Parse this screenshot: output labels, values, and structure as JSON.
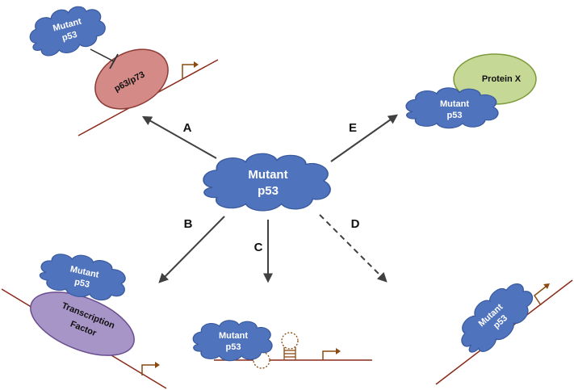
{
  "colors": {
    "cloud_fill": "#4f73bd",
    "cloud_stroke": "#3a5a9e",
    "dna_line": "#8b2a1a",
    "promoter_arrow": "#8a4a10",
    "p63_fill": "#d48a86",
    "p63_stroke": "#8e3a35",
    "tf_fill": "#a895c7",
    "tf_stroke": "#6a4d8e",
    "protein_x_fill": "#c5d896",
    "protein_x_stroke": "#7d9a3a",
    "arrow": "#404040"
  },
  "center": {
    "label_line1": "Mutant",
    "label_line2": "p53"
  },
  "pathways": {
    "a": {
      "label": "A",
      "mutant_line1": "Mutant",
      "mutant_line2": "p53",
      "target_label": "p63/p73"
    },
    "b": {
      "label": "B",
      "mutant_line1": "Mutant",
      "mutant_line2": "p53",
      "tf_line1": "Transcription",
      "tf_line2": "Factor"
    },
    "c": {
      "label": "C",
      "mutant_line1": "Mutant",
      "mutant_line2": "p53"
    },
    "d": {
      "label": "D",
      "mutant_line1": "Mutant",
      "mutant_line2": "p53",
      "arrow_style": "dashed"
    },
    "e": {
      "label": "E",
      "mutant_line1": "Mutant",
      "mutant_line2": "p53",
      "partner_label": "Protein X"
    }
  }
}
